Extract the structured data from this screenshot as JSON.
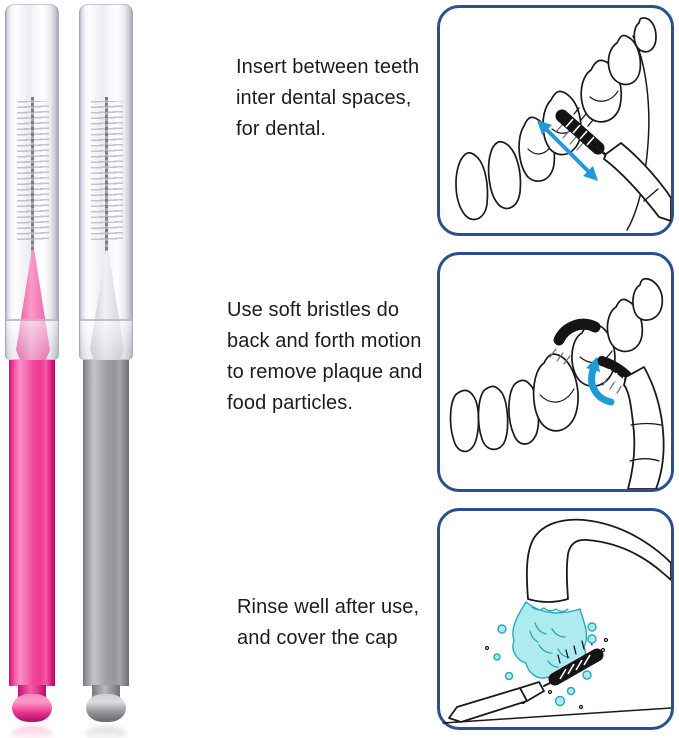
{
  "colors": {
    "panel_border": "#2d4f92",
    "arrow_blue": "#1e9bd7",
    "water_fill": "#aeebee",
    "water_stroke": "#2aa6bc",
    "ink": "#1a1a1a",
    "text": "#1c1c1c",
    "pink_handle": "#f0459c",
    "gray_handle": "#9b9ba1",
    "pink_cone": "#f584bb",
    "gray_cone": "#dcdce2"
  },
  "products": [
    {
      "name": "pink interdental brush with clear cap",
      "handle_color": "#f0459c"
    },
    {
      "name": "gray interdental brush with clear cap",
      "handle_color": "#9b9ba1"
    }
  ],
  "instructions": [
    {
      "lines": [
        "Insert between teeth",
        "inter dental spaces,",
        "for dental."
      ],
      "illustration": "brush-inserted-between-teeth-with-in-out-arrow"
    },
    {
      "lines": [
        "Use soft bristles do",
        "back and forth motion",
        "to remove plaque and",
        "food particles."
      ],
      "illustration": "brush-sweeping-tooth-with-curved-arrow"
    },
    {
      "lines": [
        "Rinse well after use,",
        "and cover the cap"
      ],
      "illustration": "brush-rinsed-under-running-faucet"
    }
  ]
}
